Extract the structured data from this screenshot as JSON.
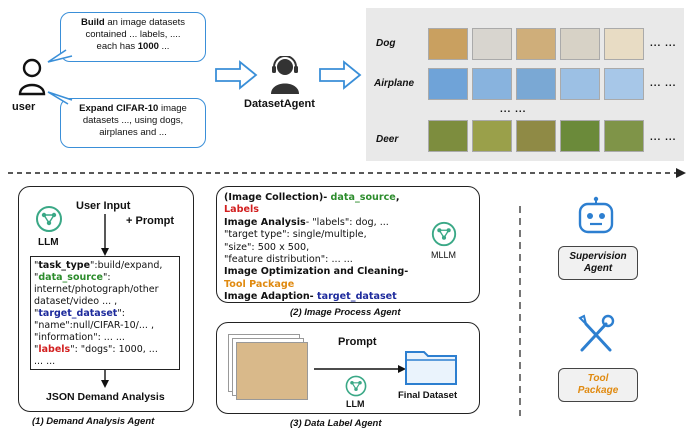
{
  "top": {
    "user_label": "user",
    "bubble1": {
      "lines": [
        [
          "Build",
          " an image datasets"
        ],
        [
          "contained ... labels,  ....",
          ""
        ],
        [
          "each has ",
          "1000",
          " ..."
        ]
      ]
    },
    "bubble2": {
      "lines": [
        [
          "Expand CIFAR-10",
          " image"
        ],
        [
          "datasets ..., using dogs,",
          ""
        ],
        [
          "airplanes and ...",
          ""
        ]
      ]
    },
    "agent_label": "DatasetAgent",
    "gallery": {
      "rows": [
        {
          "label": "Dog",
          "colors": [
            "#c9a060",
            "#d8d5cf",
            "#cfae7a",
            "#d7d2c6",
            "#e8dcc4"
          ]
        },
        {
          "label": "Airplane",
          "colors": [
            "#6fa3d8",
            "#88b3de",
            "#7aa8d4",
            "#9cc0e4",
            "#a7c7e8"
          ]
        },
        {
          "label": "Deer",
          "colors": [
            "#7d8d3e",
            "#9aa04a",
            "#8f8a45",
            "#6b8a3a",
            "#7f9448"
          ]
        }
      ],
      "ellipsis": "... ...",
      "mid_ellipsis": "... ..."
    }
  },
  "panel1": {
    "user_input": "User Input",
    "prompt": "+ Prompt",
    "llm": "LLM",
    "json_lines": [
      [
        {
          "t": "\"",
          "c": ""
        },
        {
          "t": "task_type",
          "c": "b"
        },
        {
          "t": "\":build/expand,",
          "c": ""
        }
      ],
      [
        {
          "t": "\"",
          "c": ""
        },
        {
          "t": "data_source",
          "c": "green"
        },
        {
          "t": "\":",
          "c": ""
        }
      ],
      [
        {
          "t": "internet/photograph/other",
          "c": ""
        }
      ],
      [
        {
          "t": "dataset/video ... ,",
          "c": ""
        }
      ],
      [
        {
          "t": "\"",
          "c": ""
        },
        {
          "t": "target_dataset",
          "c": "navy"
        },
        {
          "t": "\":",
          "c": ""
        }
      ],
      [
        {
          "t": "\"name\":null/CIFAR-10/... ,",
          "c": ""
        }
      ],
      [
        {
          "t": "\"information\": ... ...",
          "c": ""
        }
      ],
      [
        {
          "t": "\"",
          "c": ""
        },
        {
          "t": "labels",
          "c": "red"
        },
        {
          "t": "\": \"dogs\": 1000, ...",
          "c": ""
        }
      ],
      [
        {
          "t": "... ...",
          "c": ""
        }
      ]
    ],
    "output": "JSON Demand Analysis",
    "caption": "(1) Demand Analysis Agent"
  },
  "panel2": {
    "lines": [
      [
        {
          "t": "(Image Collection)- ",
          "c": "b"
        },
        {
          "t": "data_source",
          "c": "green"
        },
        {
          "t": ", ",
          "c": "b"
        },
        {
          "t": "Labels",
          "c": "red"
        }
      ],
      [
        {
          "t": "Image Analysis",
          "c": "b"
        },
        {
          "t": "- \"labels\": dog, ...",
          "c": ""
        }
      ],
      [
        {
          "t": "\"target type\": single/multiple,",
          "c": ""
        }
      ],
      [
        {
          "t": "\"size\": 500 x 500,",
          "c": ""
        }
      ],
      [
        {
          "t": "\"feature distribution\": ... ...",
          "c": ""
        }
      ],
      [
        {
          "t": "Image Optimization and Cleaning-",
          "c": "b"
        }
      ],
      [
        {
          "t": "Tool Package",
          "c": "orange"
        }
      ],
      [
        {
          "t": "Image Adaption- ",
          "c": "b"
        },
        {
          "t": "target_dataset",
          "c": "navy"
        }
      ]
    ],
    "mllm": "MLLM",
    "caption": "(2) Image Process Agent"
  },
  "panel3": {
    "prompt": "Prompt",
    "llm": "LLM",
    "final": "Final Dataset",
    "caption": "(3) Data Label Agent"
  },
  "side": {
    "supervision": [
      "Supervision",
      "Agent"
    ],
    "tool": [
      "Tool",
      "Package"
    ]
  }
}
